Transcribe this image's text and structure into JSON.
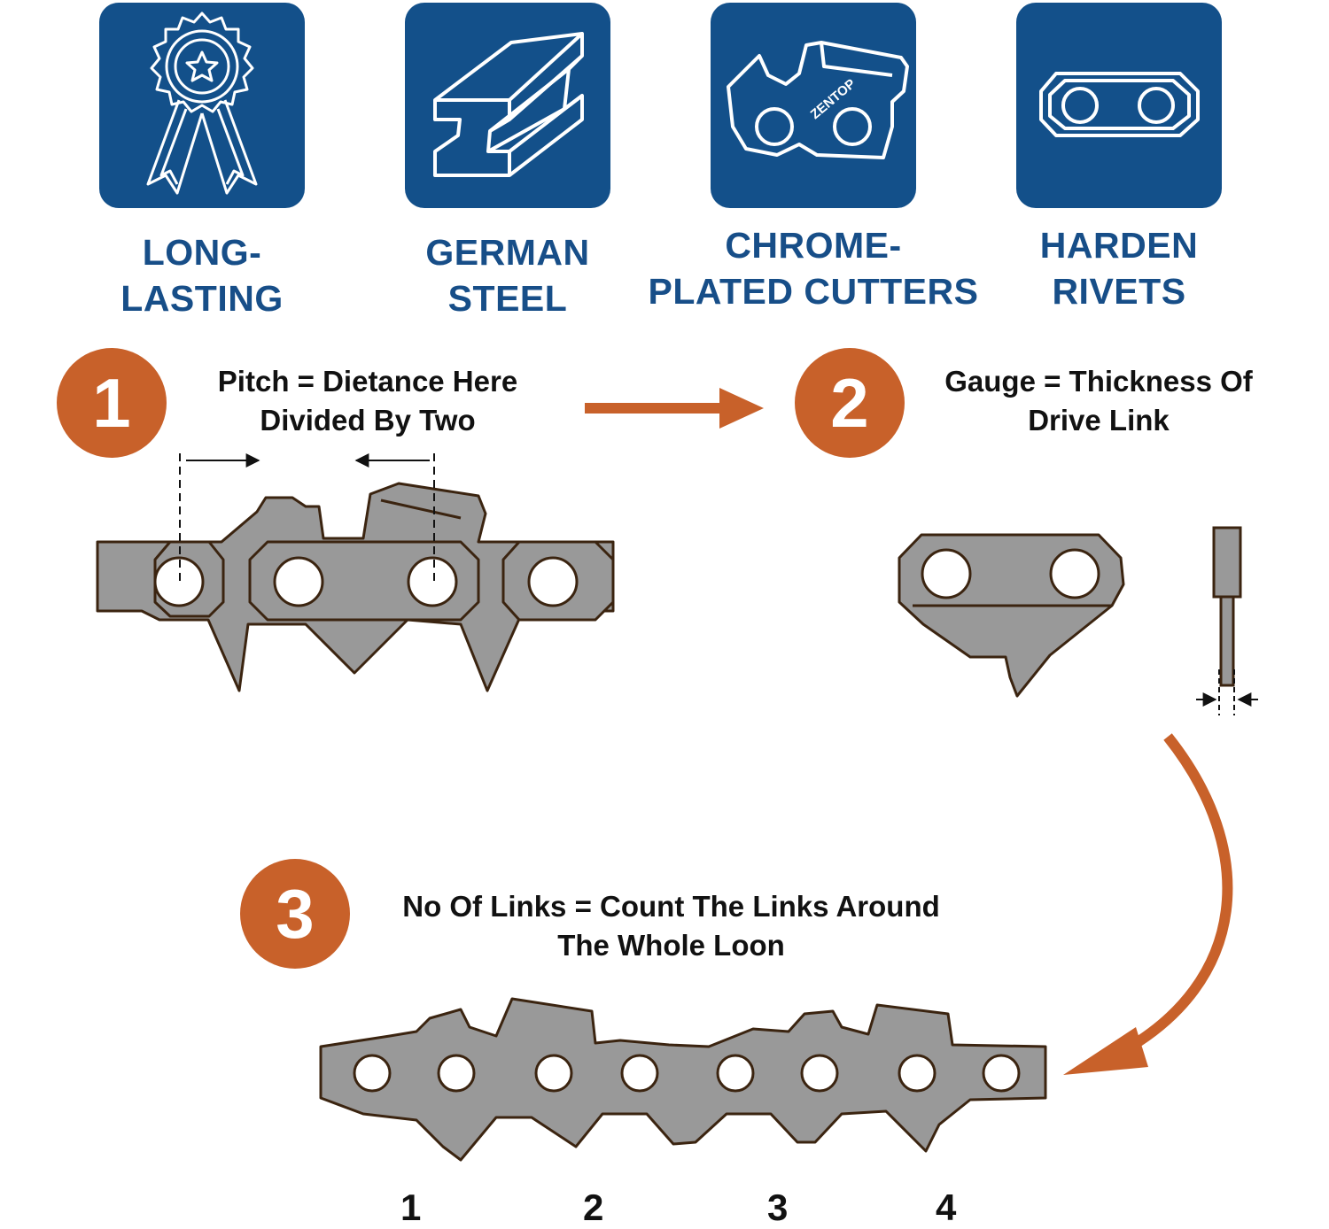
{
  "features": [
    {
      "icon": "award-ribbon-icon",
      "line1": "LONG-",
      "line2": "LASTING"
    },
    {
      "icon": "steel-beam-icon",
      "line1": "GERMAN",
      "line2": "STEEL"
    },
    {
      "icon": "cutter-link-icon",
      "line1": "CHROME-",
      "line2": "PLATED CUTTERS",
      "logo_text": "ZENTOP"
    },
    {
      "icon": "rivet-link-icon",
      "line1": "HARDEN",
      "line2": "RIVETS"
    }
  ],
  "steps": [
    {
      "number": "1",
      "line1": "Pitch = Dietance Here",
      "line2": "Divided By Two"
    },
    {
      "number": "2",
      "line1": "Gauge = Thickness Of",
      "line2": "Drive Link"
    },
    {
      "number": "3",
      "line1": "No Of Links = Count The Links Around",
      "line2": "The Whole Loon"
    }
  ],
  "link_numbers": [
    "1",
    "2",
    "3",
    "4"
  ],
  "colors": {
    "icon_bg": "#13508a",
    "label": "#174e88",
    "accent": "#c8612a",
    "chain": "#999999"
  }
}
